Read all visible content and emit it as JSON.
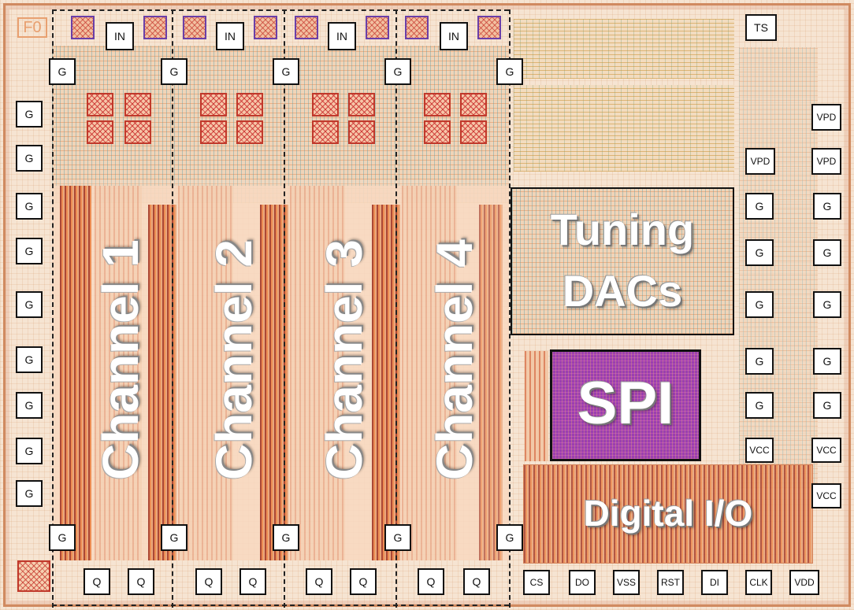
{
  "corner_mark": "F0",
  "channels": [
    "Channel 1",
    "Channel 2",
    "Channel 3",
    "Channel 4"
  ],
  "blocks": {
    "tuning_dacs": [
      "Tuning",
      "DACs"
    ],
    "spi": "SPI",
    "digital_io": "Digital I/O"
  },
  "pads": {
    "in": "IN",
    "g": "G",
    "q": "Q",
    "ts": "TS",
    "vpd": "VPD",
    "vcc": "VCC",
    "bottom_row": [
      "CS",
      "DO",
      "VSS",
      "RST",
      "DI",
      "CLK",
      "VDD"
    ]
  },
  "colors": {
    "spi_block": "#9b3fb0",
    "channel_stripe": "#c8502a",
    "pad_border": "#111111"
  }
}
